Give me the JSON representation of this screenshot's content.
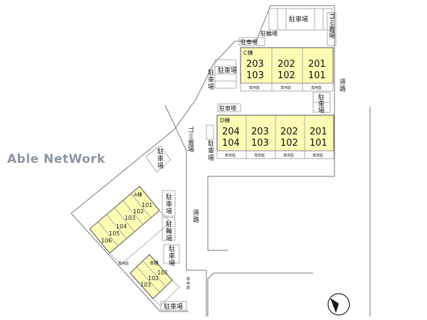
{
  "watermark": "Able NetWork",
  "labels": {
    "parking": "駐車場",
    "bike": "駐輪場",
    "road": "道路",
    "trash": "ゴミ置場",
    "garden": "専用庭"
  },
  "buildingC": {
    "name": "C棟",
    "upper": [
      "203",
      "202",
      "201"
    ],
    "lower": [
      "103",
      "102",
      "101"
    ]
  },
  "buildingD": {
    "name": "D棟",
    "upper": [
      "204",
      "203",
      "202",
      "201"
    ],
    "lower": [
      "104",
      "103",
      "102",
      "101"
    ]
  },
  "buildingA": {
    "name": "A棟",
    "units": [
      "101",
      "102",
      "103",
      "104",
      "105",
      "106"
    ]
  },
  "buildingB": {
    "name": "B棟",
    "units": [
      "101",
      "102",
      "103"
    ]
  },
  "compass": {
    "icon": "north-arrow-icon"
  }
}
